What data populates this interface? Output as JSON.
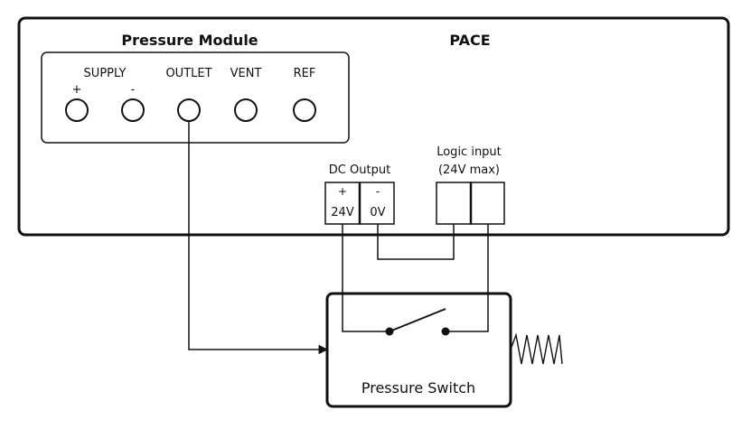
{
  "instrument": {
    "name": "PACE",
    "module_title": "Pressure Module"
  },
  "ports": [
    {
      "label": "SUPPLY",
      "sub": [
        "+",
        "-"
      ]
    },
    {
      "label": "OUTLET"
    },
    {
      "label": "VENT"
    },
    {
      "label": "REF"
    }
  ],
  "dc_output": {
    "label": "DC Output",
    "plus_sign": "+",
    "plus_value": "24V",
    "minus_sign": "-",
    "minus_value": "0V"
  },
  "logic_input": {
    "label_line1": "Logic input",
    "label_line2": "(24V max)"
  },
  "pressure_switch": {
    "label": "Pressure Switch"
  }
}
